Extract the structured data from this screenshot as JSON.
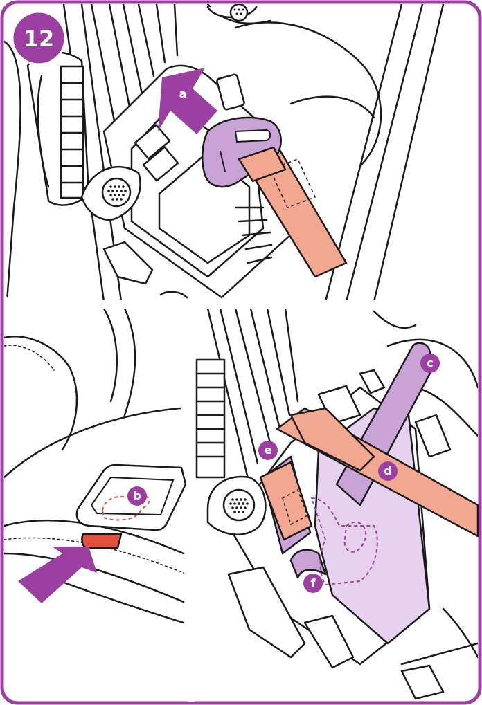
{
  "step_badge": {
    "number": "12"
  },
  "callouts": {
    "a": "a",
    "b": "b",
    "c": "c",
    "d": "d",
    "e": "e",
    "f": "f"
  },
  "colors": {
    "border": "#9b3fa0",
    "badge": "#9b3fa0",
    "arrow": "#9b3fa0",
    "strap": "#f2a890",
    "part_purple": "#c9a2d6",
    "part_purple_light": "#e6d2ee",
    "red_release": "#e0503f",
    "outline": "#1a1a1a"
  },
  "icons": {
    "push_arrow_up": "up-arrow-icon",
    "push_arrow_diagonal": "diagonal-arrow-icon",
    "dashed_outline": "dashed-hook-outline-icon"
  }
}
